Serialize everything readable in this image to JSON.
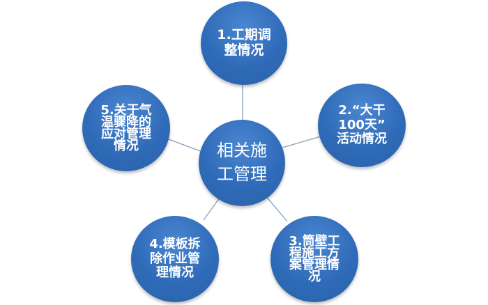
{
  "diagram": {
    "center": {
      "label_line1": "相关施",
      "label_line2": "工管理"
    },
    "nodes": [
      {
        "id": 1,
        "line1": "1.工期调",
        "line2": "整情况"
      },
      {
        "id": 2,
        "line1": "2.“大干",
        "line2": "100天”",
        "line3": "活动情况"
      },
      {
        "id": 3,
        "line1": "3.筒壁工",
        "line2": "程施工方",
        "line3": "案管理情",
        "line4": "况"
      },
      {
        "id": 4,
        "line1": "4.模板拆",
        "line2": "除作业管",
        "line3": "理情况"
      },
      {
        "id": 5,
        "line1": "5.关于气",
        "line2": "温骤降的",
        "line3": "应对管理",
        "line4": "情况"
      }
    ],
    "colors": {
      "node_fill": "#2f6bb8",
      "text": "#ffffff",
      "connector": "#7f9ab8"
    }
  }
}
